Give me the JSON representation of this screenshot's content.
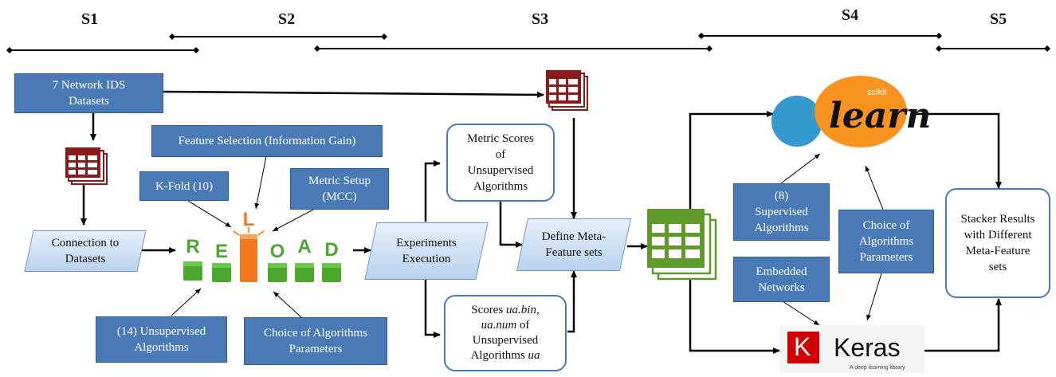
{
  "stages": [
    "S1",
    "S2",
    "S3",
    "S4",
    "S5"
  ],
  "boxes": {
    "datasets": "7 Network IDS Datasets",
    "feature_selection": "Feature Selection (Information Gain)",
    "kfold": "K-Fold (10)",
    "metric_setup": "Metric Setup (MCC)",
    "connection": "Connection to Datasets",
    "unsupervised": "(14) Unsupervised Algorithms",
    "choice_left": "Choice of Algorithms Parameters",
    "experiments": "Experiments Execution",
    "metric_scores": "Metric Scores of Unsupervised Algorithms",
    "define_meta": "Define Meta-Feature sets",
    "supervised": "(8) Supervised Algorithms",
    "embedded": "Embedded Networks",
    "choice_right": "Choice of Algorithms Parameters",
    "stacker": "Stacker Results with Different Meta-Feature sets"
  },
  "scores_box": {
    "prefix": "Scores",
    "ua_bin": "ua.bin,",
    "ua_num": "ua.num",
    "of": "of",
    "unsup": "Unsupervised",
    "algs": "Algorithms",
    "ua": "ua"
  },
  "reload_letters": [
    "R",
    "E",
    "L",
    "O",
    "A",
    "D"
  ],
  "scikit": {
    "small": "scikit",
    "big": "learn"
  },
  "keras": {
    "badge": "K",
    "name": "Keras",
    "tagline": "A deep learning library"
  },
  "colors": {
    "blue_box": "#4a7ab5",
    "table_red": "#8b1a1a",
    "table_green": "#5e9a2a",
    "reload_green": "#4ca82c",
    "reload_orange": "#f07a1a",
    "scikit_orange": "#f7931e",
    "scikit_blue": "#3499cd",
    "keras_red": "#d00000"
  }
}
